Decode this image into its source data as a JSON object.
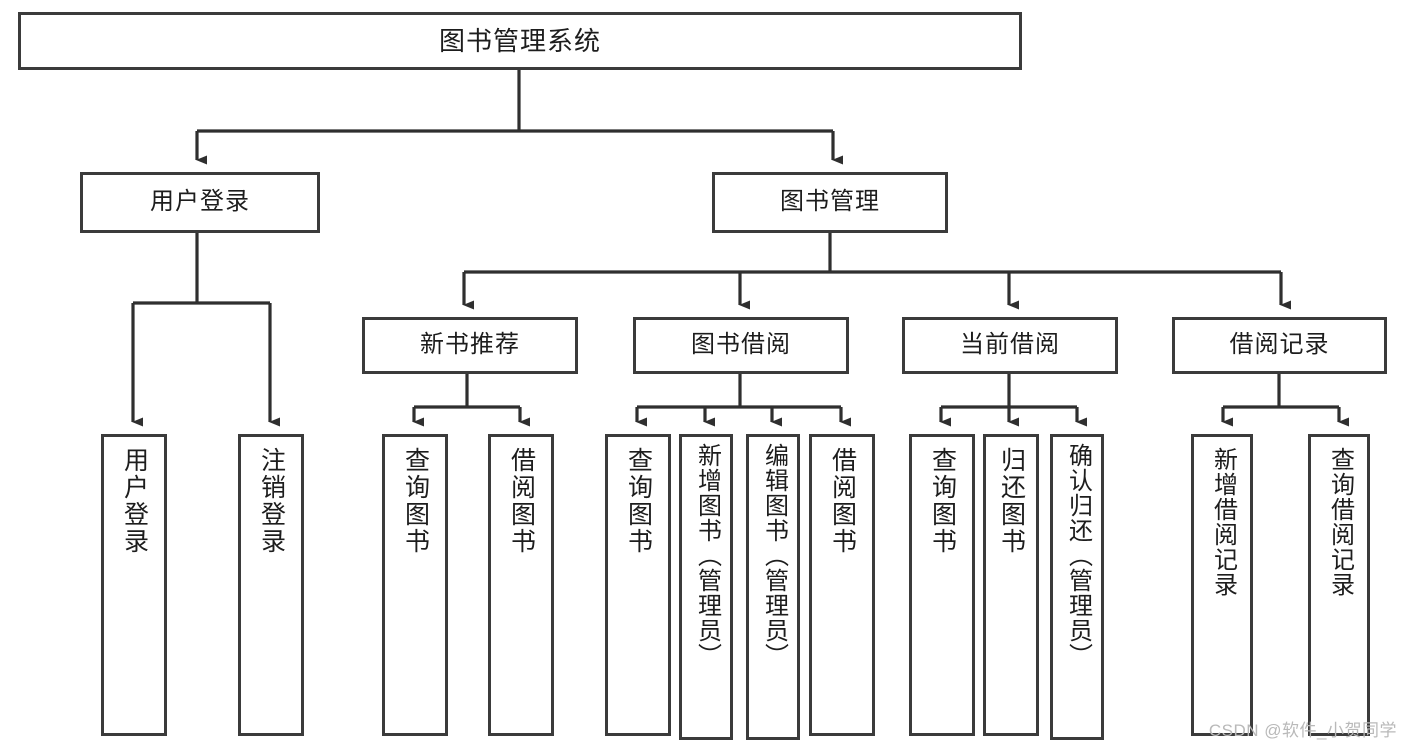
{
  "diagram": {
    "title": "图书管理系统",
    "type": "hierarchy-tree",
    "colors": {
      "box_border": "#3b3b3b",
      "box_fill": "#ffffff",
      "connector": "#2f2f2f",
      "text": "#1d1d1d",
      "watermark": "#b9b9b9",
      "background": "#ffffff"
    },
    "root": {
      "label": "图书管理系统"
    },
    "level2": [
      {
        "label": "用户登录"
      },
      {
        "label": "图书管理"
      }
    ],
    "level3": [
      {
        "label": "新书推荐"
      },
      {
        "label": "图书借阅"
      },
      {
        "label": "当前借阅"
      },
      {
        "label": "借阅记录"
      }
    ],
    "leaves": {
      "user_login": [
        {
          "label": "用户登录"
        },
        {
          "label": "注销登录"
        }
      ],
      "new_book_recommend": [
        {
          "label": "查询图书"
        },
        {
          "label": "借阅图书"
        }
      ],
      "book_borrow": [
        {
          "label": "查询图书"
        },
        {
          "label": "新增图书（管理员）"
        },
        {
          "label": "编辑图书（管理员）"
        },
        {
          "label": "借阅图书"
        }
      ],
      "current_borrow": [
        {
          "label": "查询图书"
        },
        {
          "label": "归还图书"
        },
        {
          "label": "确认归还（管理员）"
        }
      ],
      "borrow_record": [
        {
          "label": "新增借阅记录"
        },
        {
          "label": "查询借阅记录"
        }
      ]
    }
  },
  "watermark": {
    "text": "CSDN @软件_小贺同学"
  }
}
